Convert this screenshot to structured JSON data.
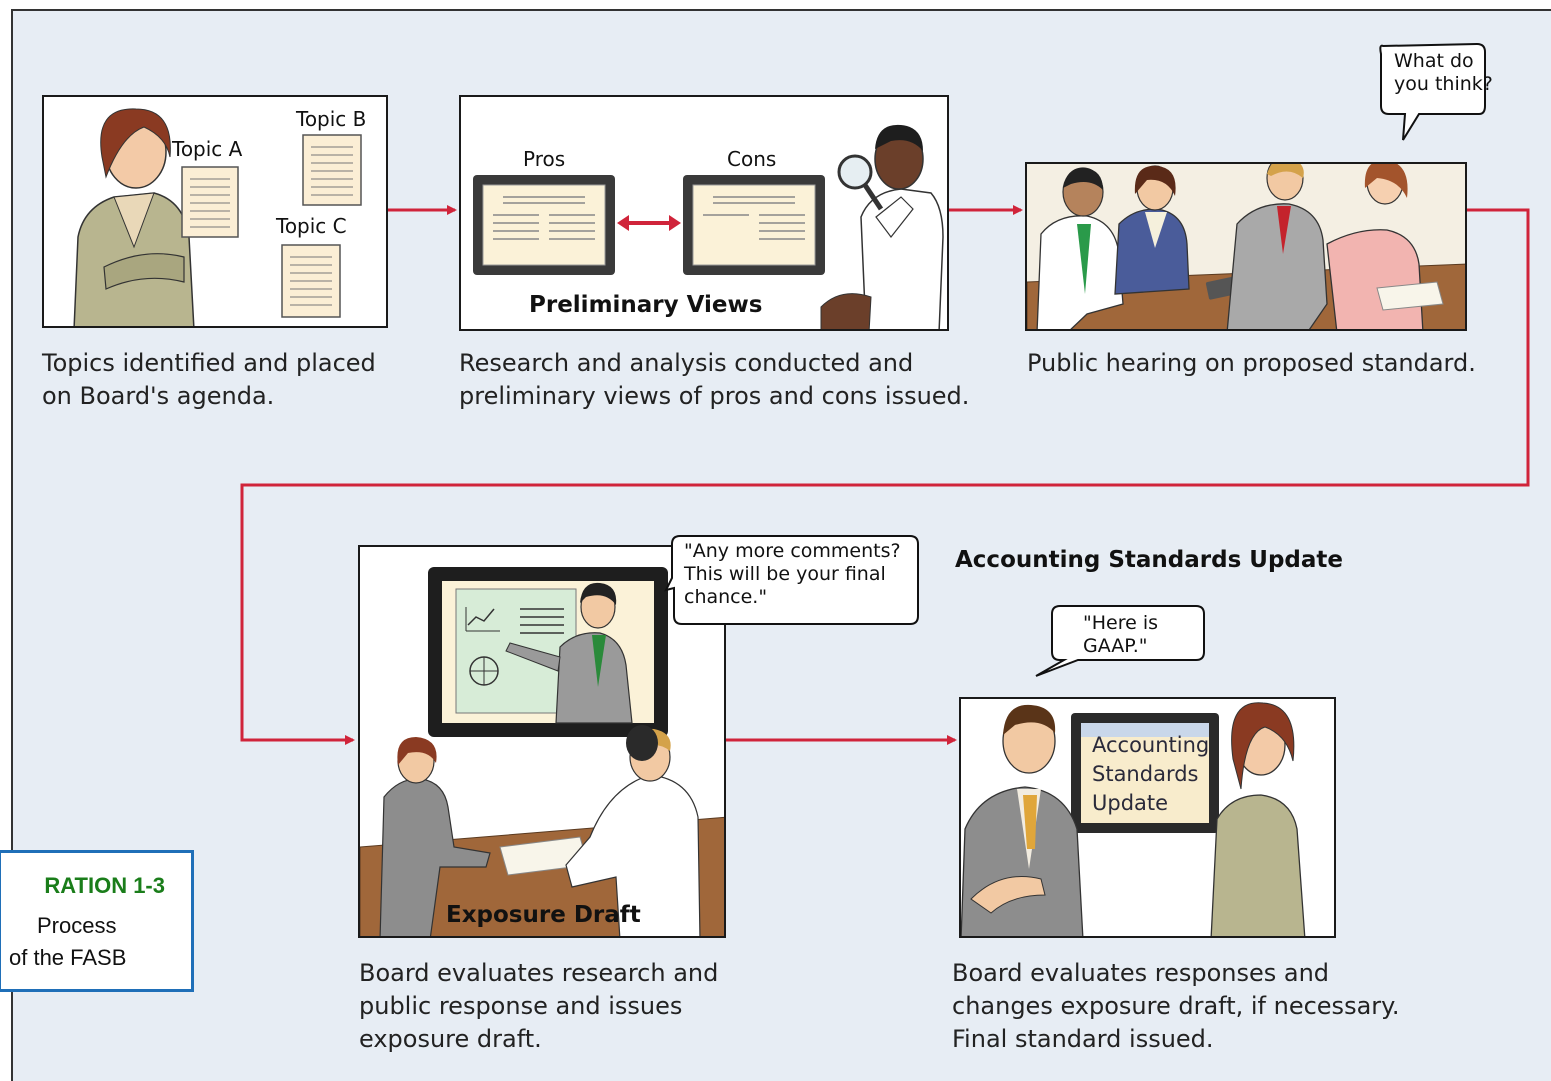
{
  "steps": [
    {
      "caption": "Topics identified and placed\non Board's agenda."
    },
    {
      "caption": "Research and analysis conducted and\npreliminary views of pros and cons issued."
    },
    {
      "caption": "Public hearing on proposed standard."
    },
    {
      "caption": "Board evaluates research and\npublic response and issues\nexposure draft."
    },
    {
      "caption": "Board evaluates responses and\nchanges exposure draft, if necessary.\nFinal standard issued."
    }
  ],
  "panel1": {
    "topic_a": "Topic A",
    "topic_b": "Topic B",
    "topic_c": "Topic C"
  },
  "panel2": {
    "pros": "Pros",
    "cons": "Cons",
    "title": "Preliminary Views"
  },
  "panel3": {
    "speech": "What do\nyou think?"
  },
  "panel4": {
    "speech": "\"Any more comments?\nThis will be your final\nchance.\"",
    "title": "Exposure Draft"
  },
  "panel5": {
    "heading": "Accounting Standards Update",
    "speech": "\"Here is\nGAAP.\"",
    "screen_text": "Accounting\nStandards\nUpdate"
  },
  "exhibit": {
    "title": "RATION 1-3",
    "line1": "Process",
    "line2": "of the FASB"
  },
  "colors": {
    "background": "#e7edf4",
    "arrow": "#d0243a",
    "exhibit_border": "#1f6fb8",
    "exhibit_title": "#1a7d1a"
  }
}
